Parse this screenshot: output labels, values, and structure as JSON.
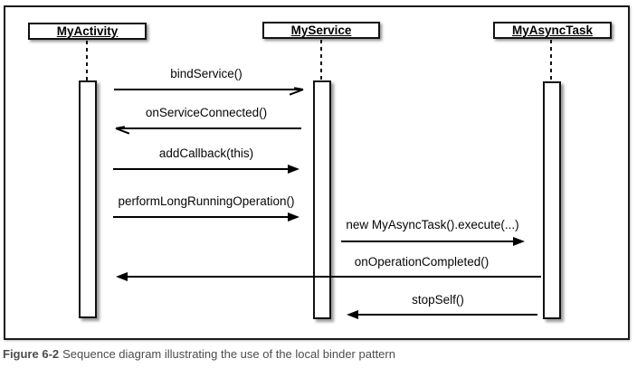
{
  "figure": {
    "caption_label": "Figure 6-2",
    "caption_text": "Sequence diagram illustrating the use of the local binder pattern"
  },
  "diagram": {
    "type": "uml-sequence",
    "participants": [
      {
        "name": "MyActivity"
      },
      {
        "name": "MyService"
      },
      {
        "name": "MyAsyncTask"
      }
    ],
    "messages": [
      {
        "label": "bindService()",
        "from": "MyActivity",
        "to": "MyService",
        "arrowhead": "open"
      },
      {
        "label": "onServiceConnected()",
        "from": "MyService",
        "to": "MyActivity",
        "arrowhead": "open"
      },
      {
        "label": "addCallback(this)",
        "from": "MyActivity",
        "to": "MyService",
        "arrowhead": "filled"
      },
      {
        "label": "performLongRunningOperation()",
        "from": "MyActivity",
        "to": "MyService",
        "arrowhead": "filled"
      },
      {
        "label": "new MyAsyncTask().execute(...)",
        "from": "MyService",
        "to": "MyAsyncTask",
        "arrowhead": "filled"
      },
      {
        "label": "onOperationCompleted()",
        "from": "MyAsyncTask",
        "to": "MyActivity",
        "arrowhead": "filled"
      },
      {
        "label": "stopSelf()",
        "from": "MyAsyncTask",
        "to": "MyService",
        "arrowhead": "filled"
      }
    ],
    "colors": {
      "line": "#000000",
      "fill": "#ffffff",
      "caption": "#4c4c4c"
    }
  }
}
